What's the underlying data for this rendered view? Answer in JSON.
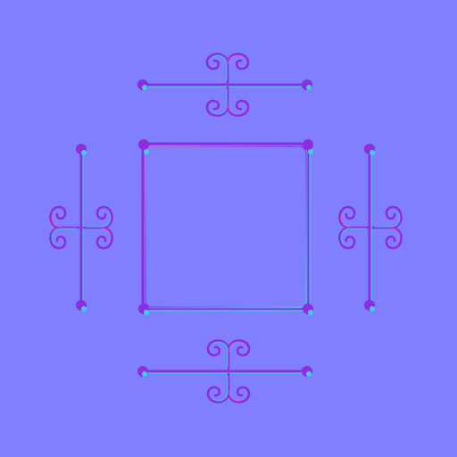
{
  "texture": {
    "kind": "normal-map",
    "base_color": "#8080ff",
    "highlight_color": "#3cd0d8",
    "shadow_color": "#8a2ee0",
    "accent_color": "#e060c0",
    "ornaments": [
      "top-bar-ornament",
      "bottom-bar-ornament",
      "left-bar-ornament",
      "right-bar-ornament"
    ],
    "center_piece": "rounded-square-frame"
  }
}
